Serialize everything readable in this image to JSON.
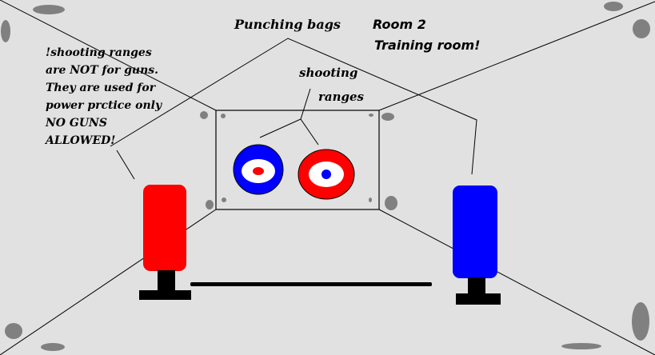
{
  "title": "Room 2",
  "subtitle": "Training room!",
  "labels": {
    "punching_bags": "Punching bags",
    "shooting": "shooting",
    "ranges": "ranges"
  },
  "notice": [
    "!shooting ranges",
    "are NOT for guns.",
    "They are used for",
    "power prctice only",
    "NO GUNS",
    "ALLOWED!"
  ],
  "colors": {
    "background": "#e1e1e1",
    "stone": "#808080",
    "red": "#ff0000",
    "blue": "#0000ff",
    "white": "#ffffff",
    "black": "#000000"
  },
  "objects": {
    "left_bag": {
      "color": "red"
    },
    "right_bag": {
      "color": "blue"
    },
    "left_target": {
      "outer": "blue",
      "center": "red"
    },
    "right_target": {
      "outer": "red",
      "center": "blue"
    }
  }
}
